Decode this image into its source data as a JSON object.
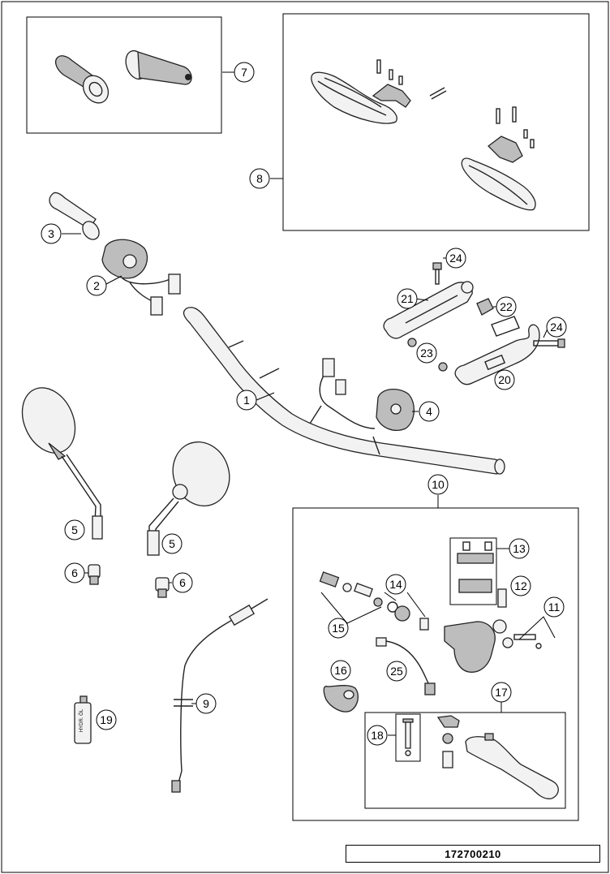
{
  "diagram": {
    "document_number": "172700210",
    "bottle_label": "HYDR. ÖL",
    "callouts": [
      {
        "key": "c1",
        "label": "1"
      },
      {
        "key": "c2",
        "label": "2"
      },
      {
        "key": "c3",
        "label": "3"
      },
      {
        "key": "c4",
        "label": "4"
      },
      {
        "key": "c5a",
        "label": "5"
      },
      {
        "key": "c5b",
        "label": "5"
      },
      {
        "key": "c6a",
        "label": "6"
      },
      {
        "key": "c6b",
        "label": "6"
      },
      {
        "key": "c7",
        "label": "7"
      },
      {
        "key": "c8",
        "label": "8"
      },
      {
        "key": "c9",
        "label": "9"
      },
      {
        "key": "c10",
        "label": "10"
      },
      {
        "key": "c11",
        "label": "11"
      },
      {
        "key": "c12",
        "label": "12"
      },
      {
        "key": "c13",
        "label": "13"
      },
      {
        "key": "c14",
        "label": "14"
      },
      {
        "key": "c15",
        "label": "15"
      },
      {
        "key": "c16",
        "label": "16"
      },
      {
        "key": "c17",
        "label": "17"
      },
      {
        "key": "c18",
        "label": "18"
      },
      {
        "key": "c19",
        "label": "19"
      },
      {
        "key": "c20",
        "label": "20"
      },
      {
        "key": "c21",
        "label": "21"
      },
      {
        "key": "c22",
        "label": "22"
      },
      {
        "key": "c23",
        "label": "23"
      },
      {
        "key": "c24a",
        "label": "24"
      },
      {
        "key": "c24b",
        "label": "24"
      },
      {
        "key": "c25",
        "label": "25"
      }
    ]
  }
}
